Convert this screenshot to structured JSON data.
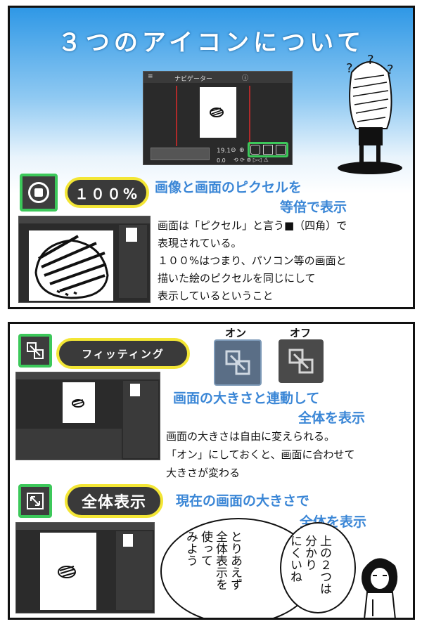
{
  "panel1": {
    "title": "３つのアイコンについて",
    "nav_tab_label": "ナビゲーター",
    "zoom_value": "19.1",
    "rotate_value": "0.0",
    "icon100_label": "１００%",
    "heading": [
      "画像と画面のピクセルを",
      "等倍で表示"
    ],
    "body": [
      "画面は「ピクセル」と言う■（四角）で",
      "表現されている。",
      "１００%はつまり、パソコン等の画面と",
      "描いた絵のピクセルを同じにして",
      "表示しているということ"
    ],
    "question_marks": [
      "?",
      "?",
      "?"
    ]
  },
  "panel2": {
    "fit_label": "フィッティング",
    "on_label": "オン",
    "off_label": "オフ",
    "fit_heading": [
      "画面の大きさと連動して",
      "全体を表示"
    ],
    "fit_body": [
      "画面の大きさは自由に変えられる。",
      "「オン」にしておくと、画面に合わせて",
      "大きさが変わる"
    ],
    "whole_label": "全体表示",
    "whole_heading": [
      "現在の画面の大きさで",
      "全体を表示"
    ],
    "speech_large": [
      "とりあえず",
      "全体表示を",
      "使って",
      "みよう"
    ],
    "speech_small": [
      "上の２つは",
      "分かり",
      "にくいね"
    ]
  },
  "colors": {
    "highlight_green": "#3cc85a",
    "pill_yellow": "#f3e635",
    "heading_blue": "#3a86d6",
    "sky_blue": "#2f98e6"
  },
  "icons": [
    "actual-size-icon",
    "fit-window-icon",
    "show-whole-icon"
  ]
}
